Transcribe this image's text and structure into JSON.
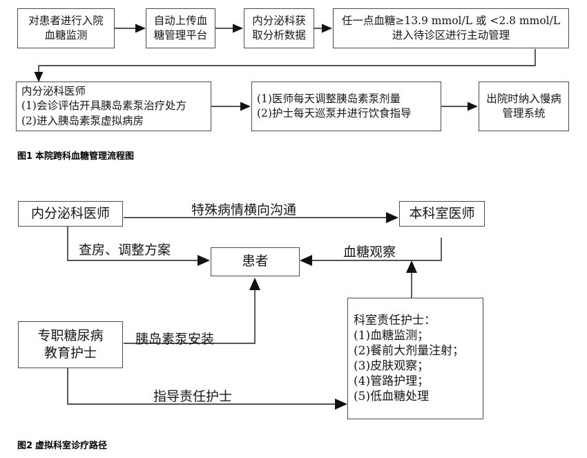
{
  "figure1": {
    "caption_number": "图1",
    "caption_text": "本院跨科血糖管理流程图",
    "nodes": {
      "n1": {
        "lines": [
          "对患者进行入院",
          "血糖监测"
        ]
      },
      "n2": {
        "lines": [
          "自动上传血",
          "糖管理平台"
        ]
      },
      "n3": {
        "lines": [
          "内分泌科获",
          "取分析数据"
        ]
      },
      "n4": {
        "lines": [
          "任一点血糖≥13.9 mmol/L 或 <2.8 mmol/L",
          "进入待诊区进行主动管理"
        ]
      },
      "n5": {
        "lines": [
          "内分泌科医师",
          "(1)会诊评估开具胰岛素泵治疗处方",
          "(2)进入胰岛素泵虚拟病房"
        ]
      },
      "n6": {
        "lines": [
          "(1)医师每天调整胰岛素泵剂量",
          "(2)护士每天巡泵并进行饮食指导"
        ]
      },
      "n7": {
        "lines": [
          "出院时纳入慢病",
          "管理系统"
        ]
      }
    }
  },
  "figure2": {
    "caption_number": "图2",
    "caption_text": "虚拟科室诊疗路径",
    "nodes": {
      "endo_doctor": {
        "lines": [
          "内分泌科医师"
        ]
      },
      "dept_doctor": {
        "lines": [
          "本科室医师"
        ]
      },
      "patient": {
        "lines": [
          "患者"
        ]
      },
      "edu_nurse": {
        "lines": [
          "专职糖尿病",
          "教育护士"
        ]
      },
      "dept_nurse": {
        "lines": [
          "科室责任护士：",
          "(1)血糖监测；",
          "(2)餐前大剂量注射；",
          "(3)皮肤观察；",
          "(4)管路护理；",
          "(5)低血糖处理"
        ]
      }
    },
    "edge_labels": {
      "cross_comm": "特殊病情横向沟通",
      "rounds_adjust": "查房、调整方案",
      "glucose_observe": "血糖观察",
      "pump_install": "胰岛素泵安装",
      "guide_nurse": "指导责任护士"
    }
  },
  "colors": {
    "box_border": "#4a4a4a",
    "line": "#3d3d3d",
    "arrow": "#111111",
    "text": "#15151c",
    "background": "#ffffff"
  }
}
